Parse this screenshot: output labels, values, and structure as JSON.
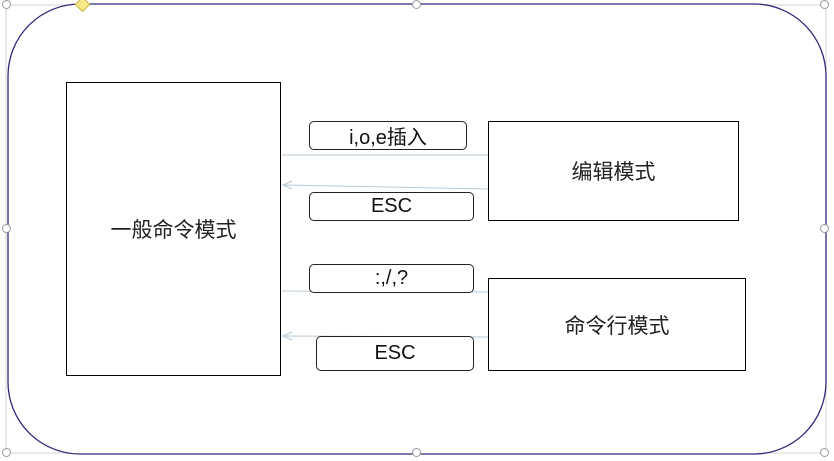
{
  "nodes": {
    "general_mode": "一般命令模式",
    "edit_mode": "编辑模式",
    "cmdline_mode": "命令行模式"
  },
  "edges": {
    "to_edit": "i,o,e插入",
    "from_edit": "ESC",
    "to_cmdline": ":,/,?",
    "from_cmdline": "ESC"
  }
}
